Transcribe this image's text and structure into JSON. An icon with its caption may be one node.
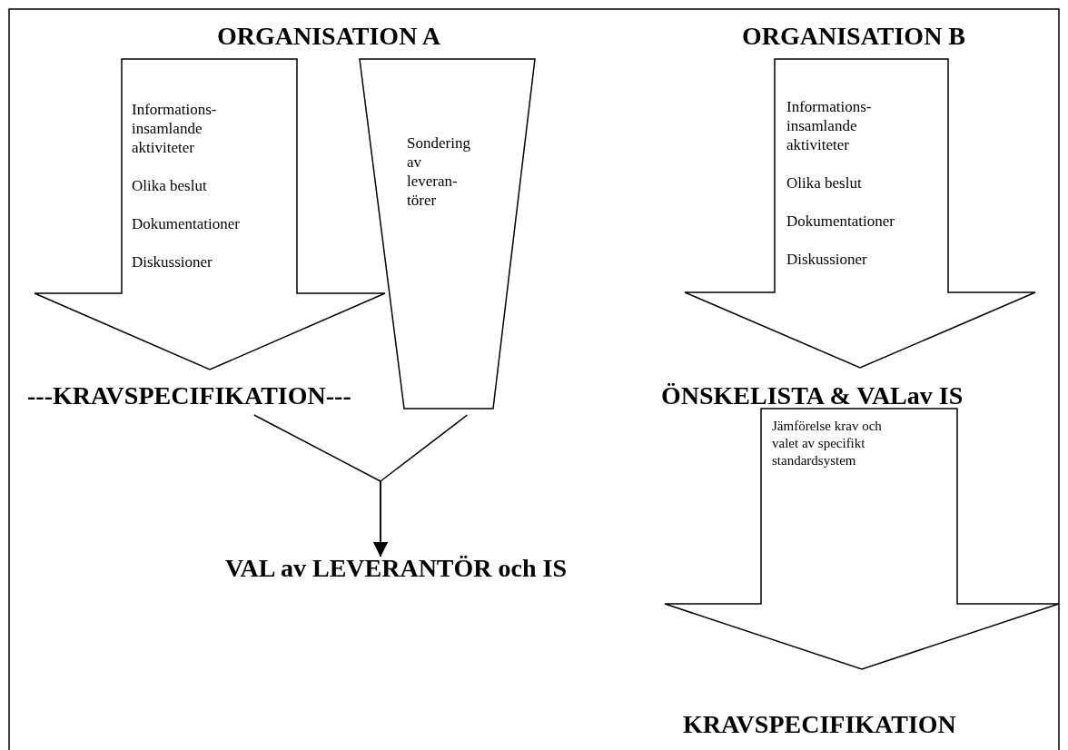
{
  "diagram": {
    "nodes": [
      {
        "text": [
          "Informations- insamlande aktiviteter",
          "Olika beslut",
          "Dokumentationer",
          "Diskussioner"
        ]
      },
      {
        "text": [
          "Sondering av leveran- törer"
        ]
      },
      {
        "text": [
          "---KRAVSPECIFIKATION---"
        ]
      },
      {
        "text": [
          "VAL av LEVERANTÖR och IS"
        ]
      },
      {
        "text": [
          "Informations- insamlande aktiviteter",
          "Olika beslut",
          "Dokumentationer",
          "Diskussioner"
        ]
      },
      {
        "text": [
          "Jämförelse krav och valet av specifikt standardsystem"
        ]
      }
    ],
    "edges": [
      {
        "from": 2,
        "to": 3,
        "arrow": "to"
      },
      {
        "from": 1,
        "to": 3,
        "arrow": "to"
      }
    ],
    "labels": [
      "ORGANISATION A",
      "ORGANISATION B",
      "ÖNSKELISTA & VALav IS",
      "KRAVSPECIFIKATION"
    ]
  }
}
